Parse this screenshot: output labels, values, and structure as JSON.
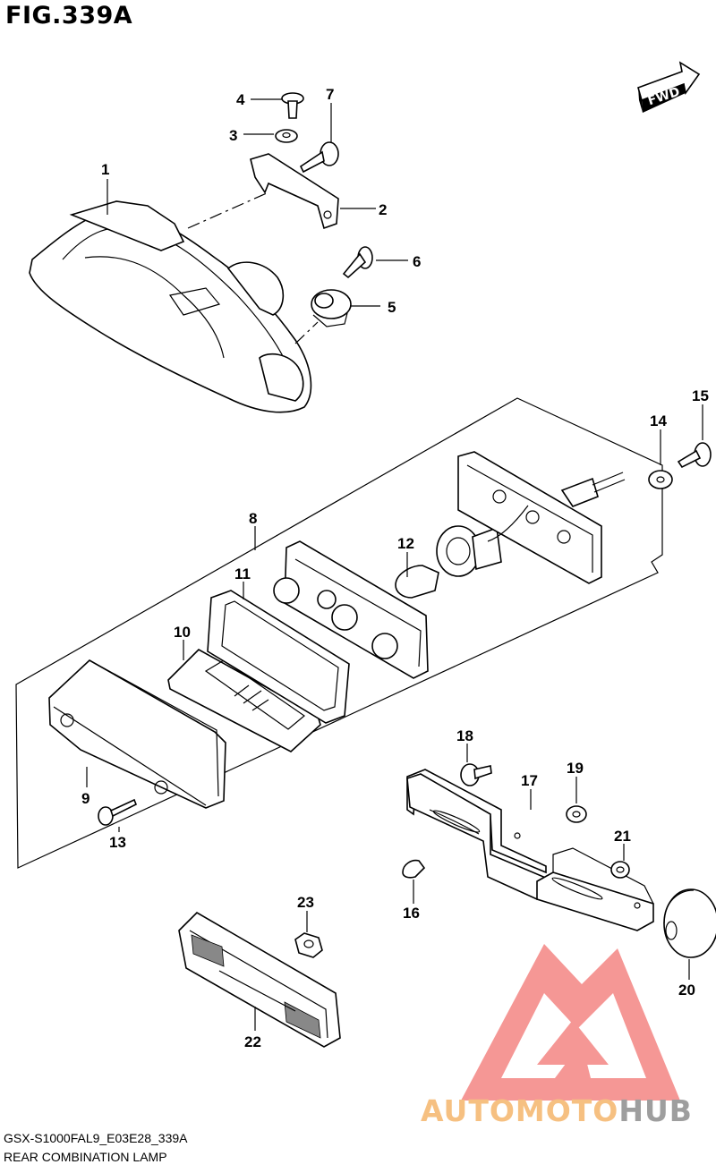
{
  "figure": {
    "title": "FIG.339A",
    "code": "GSX-S1000FAL9_E03E28_339A",
    "name": "REAR COMBINATION LAMP",
    "fwd_label": "FWD"
  },
  "callouts": {
    "c1": "1",
    "c2": "2",
    "c3": "3",
    "c4": "4",
    "c5": "5",
    "c6": "6",
    "c7": "7",
    "c8": "8",
    "c9": "9",
    "c10": "10",
    "c11": "11",
    "c12": "12",
    "c13": "13",
    "c14": "14",
    "c15": "15",
    "c16": "16",
    "c17": "17",
    "c18": "18",
    "c19": "19",
    "c20": "20",
    "c21": "21",
    "c22": "22",
    "c23": "23"
  },
  "watermark": {
    "word_a": "AUTOMOTO",
    "word_b": "HUB",
    "color_a": "#f6c081",
    "color_b": "#9e9e9e",
    "logo_color": "#e53935"
  }
}
